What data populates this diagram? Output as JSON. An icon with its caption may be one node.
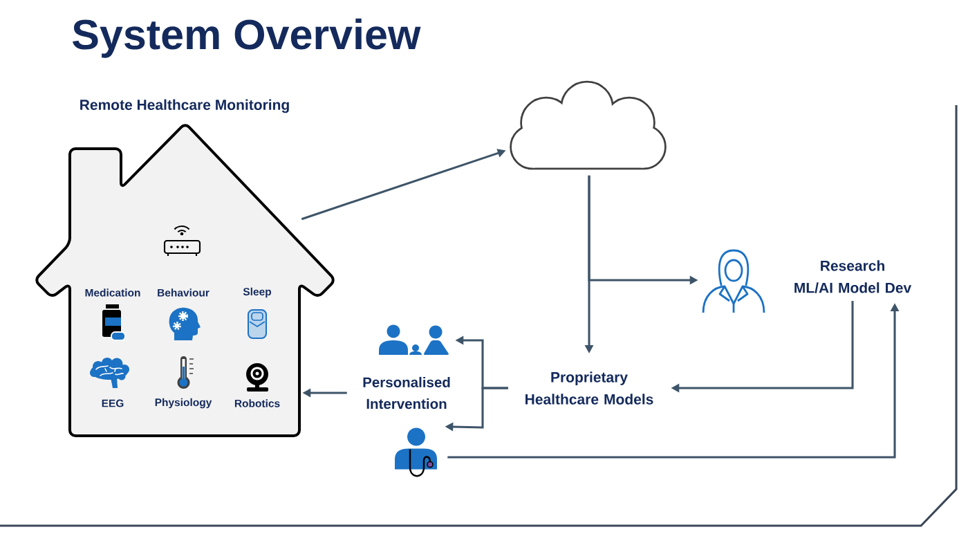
{
  "diagram": {
    "title": "System Overview",
    "nodes": [
      {
        "text": [
          "Remote Healthcare Monitoring"
        ]
      },
      {
        "text": [],
        "shape": "cloud"
      },
      {
        "text": [],
        "shape": "person"
      },
      {
        "text": [
          "Research ML/AI Model Dev"
        ]
      },
      {
        "text": [],
        "shape": "person"
      },
      {
        "text": [
          "Personalised Intervention"
        ]
      },
      {
        "text": [
          "Proprietary Healthcare Models"
        ]
      },
      {
        "text": [],
        "shape": "person"
      }
    ],
    "edges": [
      {
        "from": 0,
        "to": 1,
        "arrow": "to"
      },
      {
        "from": 1,
        "to": 6,
        "arrow": "to"
      },
      {
        "from": 1,
        "to": 2,
        "arrow": "to"
      },
      {
        "from": 3,
        "to": 6,
        "arrow": "to"
      },
      {
        "from": 6,
        "to": 4,
        "arrow": "to"
      },
      {
        "from": 6,
        "to": 7,
        "arrow": "to"
      },
      {
        "from": 5,
        "to": 0,
        "arrow": "to"
      },
      {
        "from": 7,
        "to": 3,
        "arrow": "to"
      }
    ],
    "labels": [
      "Medication",
      "Behaviour",
      "Sleep",
      "EEG",
      "Physiology",
      "Robotics"
    ]
  }
}
